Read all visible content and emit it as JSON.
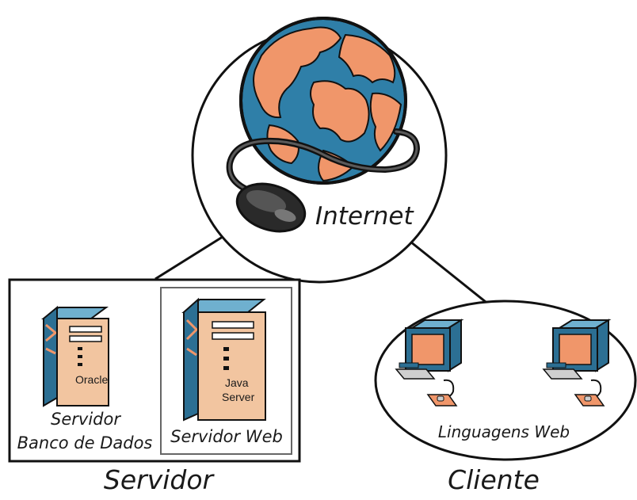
{
  "internet": {
    "label": "Internet",
    "icon": "globe-icon"
  },
  "servidor": {
    "title": "Servidor",
    "db": {
      "label_line1": "Servidor",
      "label_line2": "Banco de Dados",
      "tower_text": "Oracle",
      "icon": "server-tower-icon"
    },
    "web": {
      "label": "Servidor Web",
      "tower_text_line1": "Java",
      "tower_text_line2": "Server",
      "icon": "server-tower-icon"
    }
  },
  "cliente": {
    "title": "Cliente",
    "label": "Linguagens Web",
    "icon": "desktop-computer-icon"
  },
  "colors": {
    "ocean": "#2f7fa8",
    "land": "#f0966a",
    "tower_side": "#2c6f93",
    "tower_front": "#f2c5a0",
    "outline": "#111111"
  }
}
